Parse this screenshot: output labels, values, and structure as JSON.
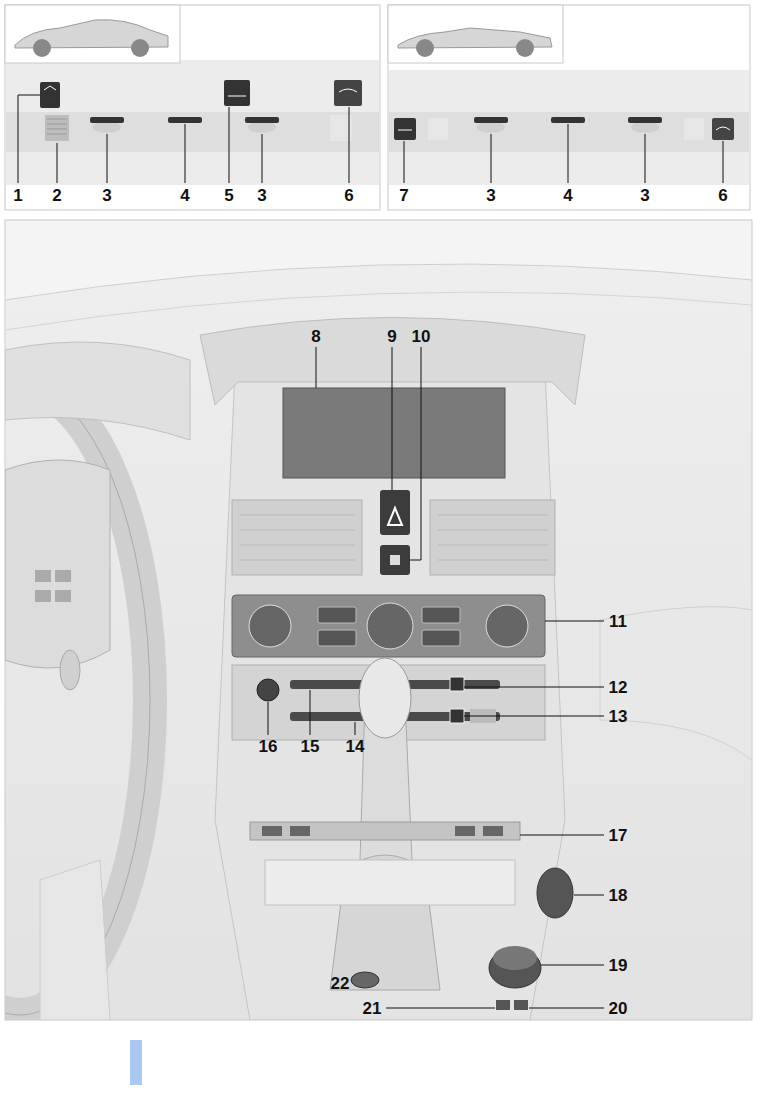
{
  "diagram": {
    "labels": [
      "1",
      "2",
      "3",
      "4",
      "5",
      "3",
      "6",
      "7",
      "3",
      "4",
      "3",
      "6",
      "8",
      "9",
      "10",
      "11",
      "12",
      "13",
      "16",
      "15",
      "14",
      "17",
      "18",
      "19",
      "22",
      "21",
      "20"
    ]
  }
}
